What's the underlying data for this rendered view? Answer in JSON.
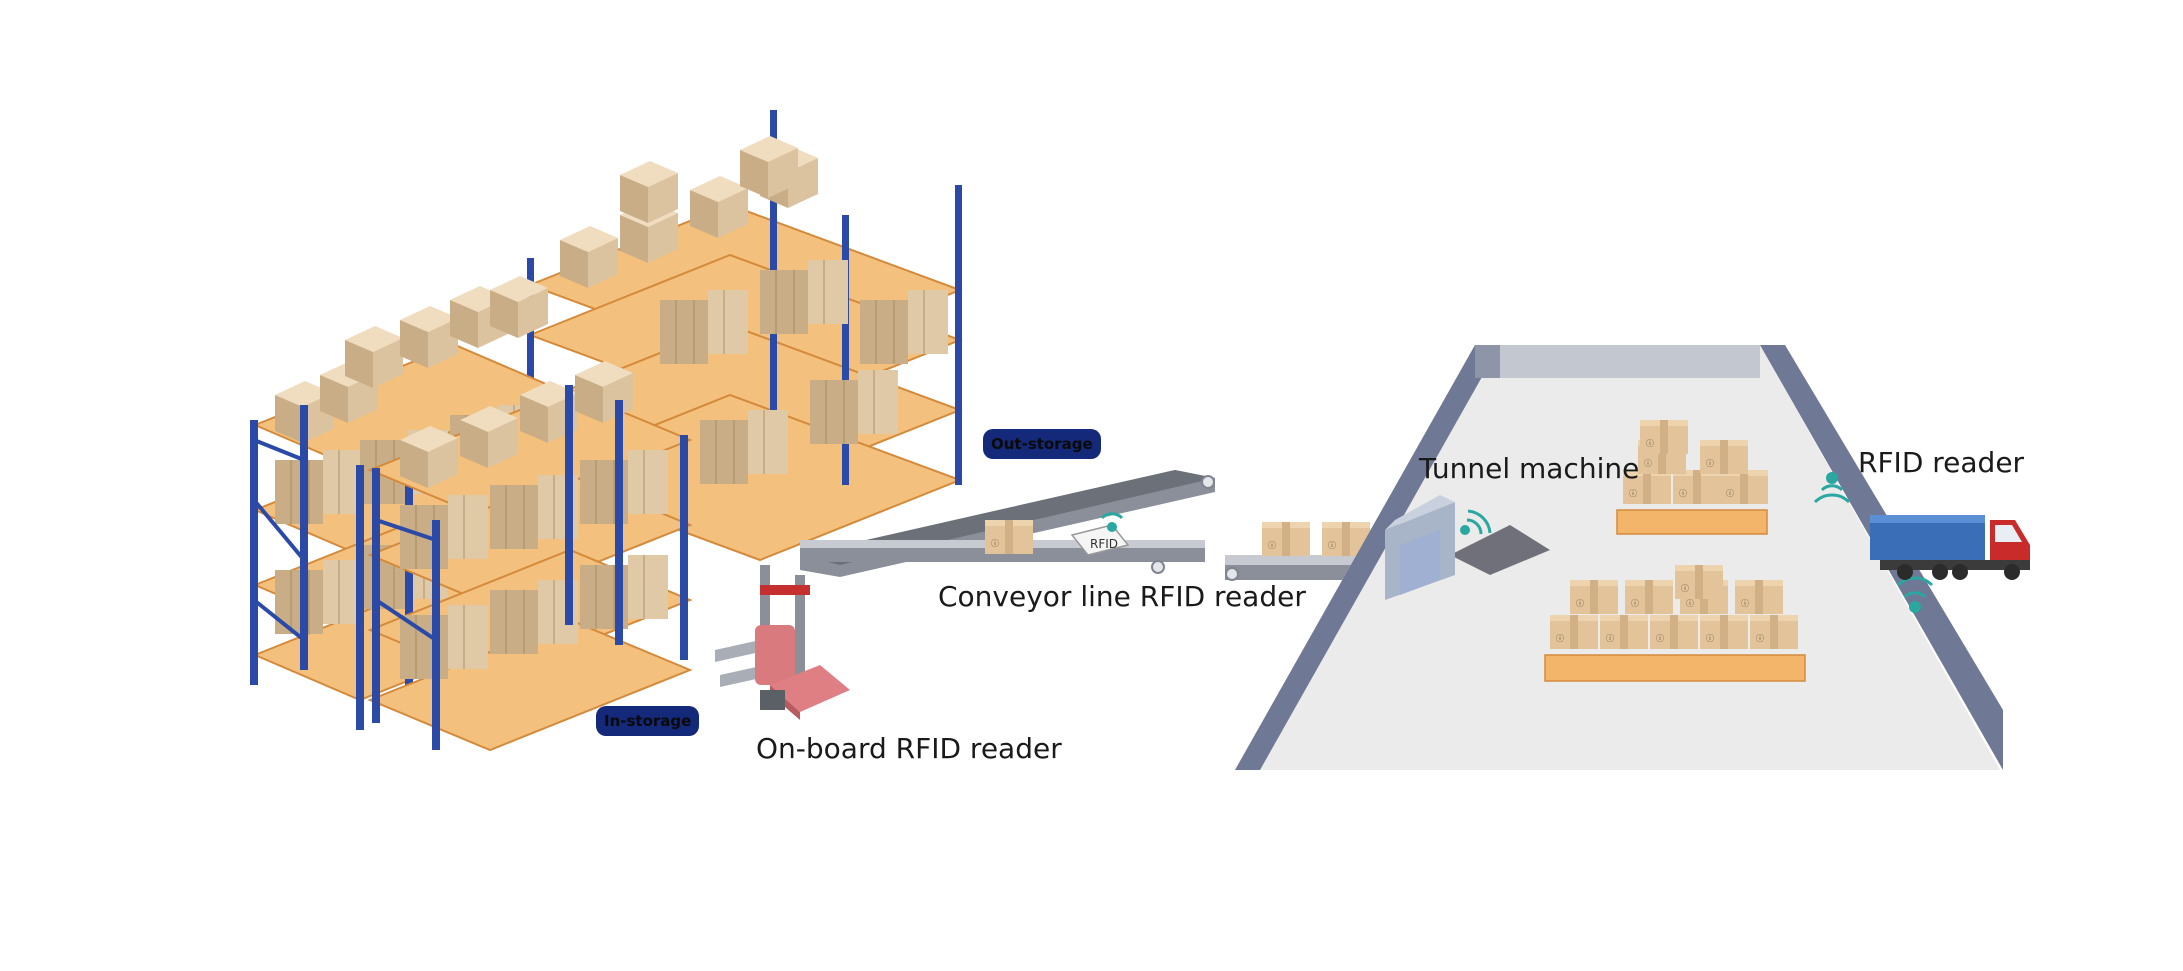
{
  "labels": {
    "out_storage": "Out-storage",
    "in_storage": "In-storage",
    "conveyor": "Conveyor line RFID reader",
    "onboard": "On-board RFID reader",
    "tunnel": "Tunnel machine",
    "rfid_reader": "RFID reader",
    "conveyor_tag": "RFID"
  },
  "colors": {
    "rack_upright": "#2b4aa8",
    "rack_beam": "#e89a3c",
    "pallet": "#f2b56a",
    "box": "#dcc3a0",
    "badge_bg": "#14297a",
    "floor": "#ebebeb",
    "wall": "#6f7894",
    "conveyor": "#7f8590",
    "truck_cab": "#c92a2a",
    "truck_container": "#3a6fb8",
    "signal": "#2aa7a0"
  },
  "icons": [
    "signal-icon",
    "truck-icon",
    "forklift-icon",
    "tunnel-machine-icon",
    "rack-icon",
    "pallet-icon"
  ]
}
